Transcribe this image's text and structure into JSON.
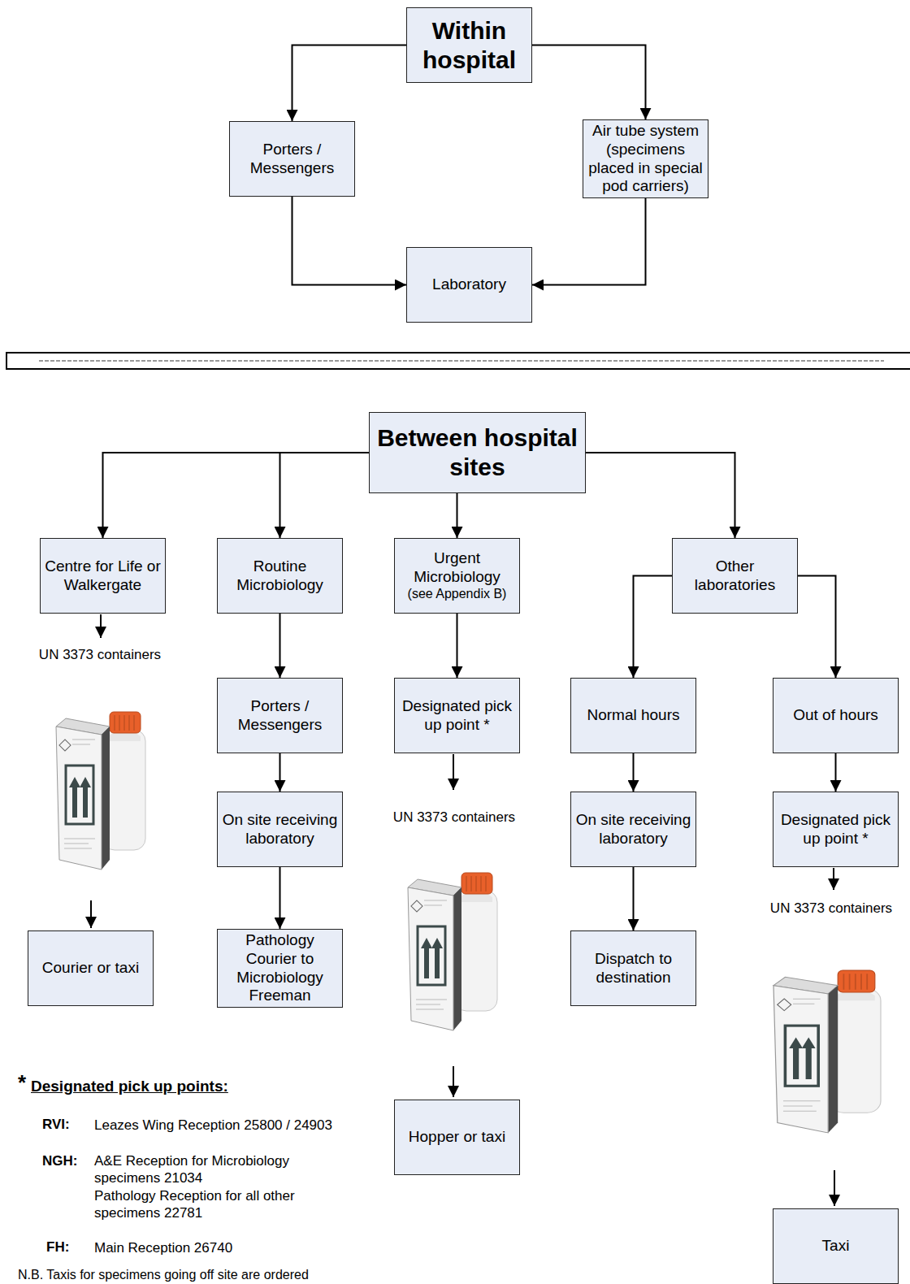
{
  "diagram": {
    "nodes": [
      {
        "text": [
          "Within hospital"
        ]
      },
      {
        "text": [
          "Porters / Messengers"
        ]
      },
      {
        "text": [
          "Air tube system (specimens placed in special pod carriers)"
        ]
      },
      {
        "text": [
          "Laboratory"
        ]
      },
      {
        "text": [
          "Between hospital sites"
        ]
      },
      {
        "text": [
          "Centre for Life or Walkergate"
        ]
      },
      {
        "text": [
          "Routine Microbiology"
        ]
      },
      {
        "text": [
          "Urgent Microbiology",
          "(see Appendix B)"
        ]
      },
      {
        "text": [
          "Other laboratories"
        ]
      },
      {
        "text": [
          "Porters / Messengers"
        ]
      },
      {
        "text": [
          "Designated pick up point *"
        ]
      },
      {
        "text": [
          "Normal hours"
        ]
      },
      {
        "text": [
          "Out of hours"
        ]
      },
      {
        "text": [
          "On site receiving laboratory"
        ]
      },
      {
        "text": [
          "On site receiving laboratory"
        ]
      },
      {
        "text": [
          "Designated pick up point *"
        ]
      },
      {
        "text": [
          "Courier or taxi"
        ]
      },
      {
        "text": [
          "Pathology Courier to Microbiology Freeman"
        ]
      },
      {
        "text": [
          "Dispatch to destination"
        ]
      },
      {
        "text": [
          "Hopper or taxi"
        ]
      },
      {
        "text": [
          "Taxi"
        ]
      }
    ],
    "edges": [
      {
        "from": 0,
        "to": 1,
        "arrow": "to"
      },
      {
        "from": 0,
        "to": 2,
        "arrow": "to"
      },
      {
        "from": 1,
        "to": 3,
        "arrow": "to"
      },
      {
        "from": 2,
        "to": 3,
        "arrow": "to"
      },
      {
        "from": 4,
        "to": 5,
        "arrow": "to"
      },
      {
        "from": 4,
        "to": 6,
        "arrow": "to"
      },
      {
        "from": 4,
        "to": 7,
        "arrow": "to"
      },
      {
        "from": 4,
        "to": 8,
        "arrow": "to"
      },
      {
        "from": 6,
        "to": 9,
        "arrow": "to"
      },
      {
        "from": 7,
        "to": 10,
        "arrow": "to"
      },
      {
        "from": 8,
        "to": 11,
        "arrow": "to"
      },
      {
        "from": 8,
        "to": 12,
        "arrow": "to"
      },
      {
        "from": 9,
        "to": 13,
        "arrow": "to"
      },
      {
        "from": 11,
        "to": 14,
        "arrow": "to"
      },
      {
        "from": 12,
        "to": 15,
        "arrow": "to"
      },
      {
        "from": 13,
        "to": 17,
        "arrow": "to"
      },
      {
        "from": 14,
        "to": 18,
        "arrow": "to"
      }
    ],
    "labels": [
      "UN 3373 containers",
      "UN 3373 containers",
      "UN 3373 containers",
      "*",
      "Designated pick up points:",
      "RVI:",
      "Leazes Wing Reception 25800 / 24903",
      "NGH:",
      "A&E Reception for Microbiology specimens 21034",
      "Pathology Reception for all other specimens 22781",
      "FH:",
      "Main Reception 26740",
      "N.B. Taxis for specimens going off site are ordered"
    ]
  }
}
